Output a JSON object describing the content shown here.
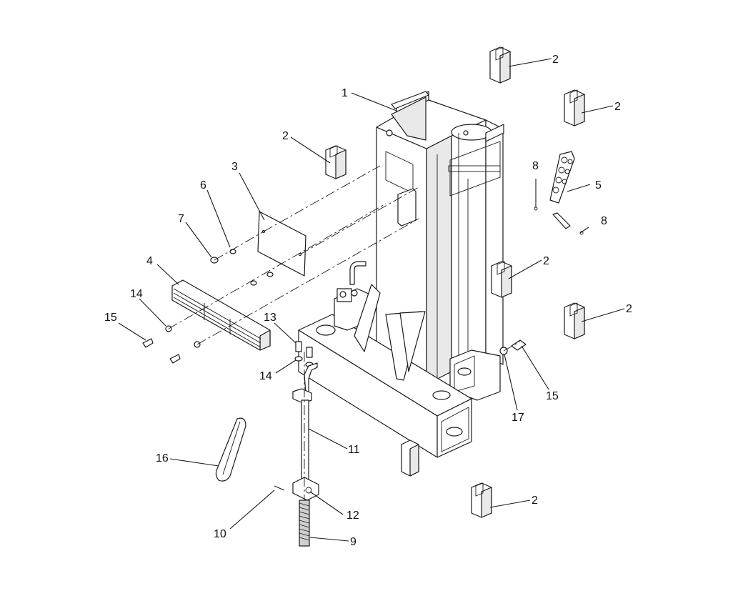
{
  "callouts": [
    {
      "id": "c1",
      "text": "1"
    },
    {
      "id": "c2a",
      "text": "2"
    },
    {
      "id": "c2b",
      "text": "2"
    },
    {
      "id": "c2c",
      "text": "2"
    },
    {
      "id": "c2d",
      "text": "2"
    },
    {
      "id": "c2e",
      "text": "2"
    },
    {
      "id": "c2f",
      "text": "2"
    },
    {
      "id": "c3",
      "text": "3"
    },
    {
      "id": "c4",
      "text": "4"
    },
    {
      "id": "c5",
      "text": "5"
    },
    {
      "id": "c6",
      "text": "6"
    },
    {
      "id": "c7",
      "text": "7"
    },
    {
      "id": "c8a",
      "text": "8"
    },
    {
      "id": "c8b",
      "text": "8"
    },
    {
      "id": "c9",
      "text": "9"
    },
    {
      "id": "c10",
      "text": "10"
    },
    {
      "id": "c11",
      "text": "11"
    },
    {
      "id": "c12",
      "text": "12"
    },
    {
      "id": "c13",
      "text": "13"
    },
    {
      "id": "c14a",
      "text": "14"
    },
    {
      "id": "c14b",
      "text": "14"
    },
    {
      "id": "c15a",
      "text": "15"
    },
    {
      "id": "c15b",
      "text": "15"
    },
    {
      "id": "c16",
      "text": "16"
    },
    {
      "id": "c17",
      "text": "17"
    }
  ]
}
